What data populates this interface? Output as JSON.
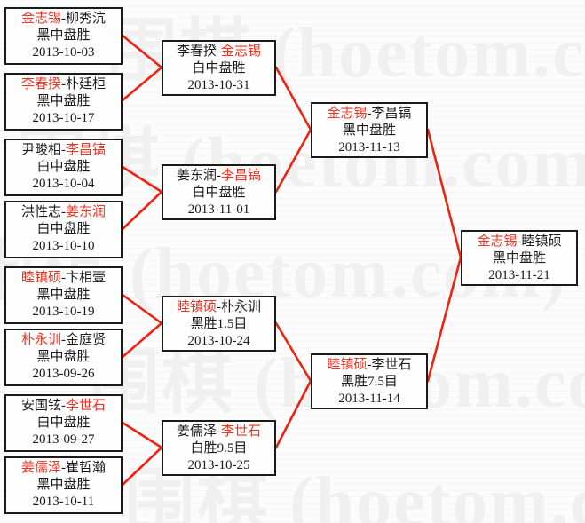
{
  "watermark": {
    "text": "围棋 (hoetom.com)",
    "color": "#f0f0f0"
  },
  "colors": {
    "winner": "#ee3322",
    "loser": "#1a1a1a",
    "connector": "#ee2211",
    "box_border": "#1a1a1a",
    "background": "#fcfcfc"
  },
  "bracket": {
    "rounds": [
      {
        "name": "round-1",
        "matches": [
          {
            "left": "金志锡",
            "right": "柳秀沆",
            "winner": "left",
            "result": "黑中盘胜",
            "date": "2013-10-03"
          },
          {
            "left": "李春揆",
            "right": "朴廷桓",
            "winner": "left",
            "result": "黑中盘胜",
            "date": "2013-10-17"
          },
          {
            "left": "尹畯相",
            "right": "李昌镐",
            "winner": "right",
            "result": "白中盘胜",
            "date": "2013-10-04"
          },
          {
            "left": "洪性志",
            "right": "姜东润",
            "winner": "right",
            "result": "白中盘胜",
            "date": "2013-10-10"
          },
          {
            "left": "睦镇硕",
            "right": "卞相壹",
            "winner": "left",
            "result": "黑中盘胜",
            "date": "2013-10-19"
          },
          {
            "left": "朴永训",
            "right": "金庭贤",
            "winner": "left",
            "result": "黑中盘胜",
            "date": "2013-09-26"
          },
          {
            "left": "安国铉",
            "right": "李世石",
            "winner": "right",
            "result": "白中盘胜",
            "date": "2013-09-27"
          },
          {
            "left": "姜儒泽",
            "right": "崔哲瀚",
            "winner": "left",
            "result": "黑中盘胜",
            "date": "2013-10-11"
          }
        ]
      },
      {
        "name": "round-2",
        "matches": [
          {
            "left": "李春揆",
            "right": "金志锡",
            "winner": "right",
            "result": "白中盘胜",
            "date": "2013-10-31"
          },
          {
            "left": "姜东润",
            "right": "李昌镐",
            "winner": "right",
            "result": "白中盘胜",
            "date": "2013-11-01"
          },
          {
            "left": "睦镇硕",
            "right": "朴永训",
            "winner": "left",
            "result": "黑胜1.5目",
            "date": "2013-10-24"
          },
          {
            "left": "姜儒泽",
            "right": "李世石",
            "winner": "right",
            "result": "白胜9.5目",
            "date": "2013-10-25"
          }
        ]
      },
      {
        "name": "semifinal",
        "matches": [
          {
            "left": "金志锡",
            "right": "李昌镐",
            "winner": "left",
            "result": "黑中盘胜",
            "date": "2013-11-13"
          },
          {
            "left": "睦镇硕",
            "right": "李世石",
            "winner": "left",
            "result": "黑胜7.5目",
            "date": "2013-11-14"
          }
        ]
      },
      {
        "name": "final",
        "matches": [
          {
            "left": "金志锡",
            "right": "睦镇硕",
            "winner": "left",
            "result": "黑中盘胜",
            "date": "2013-11-21"
          }
        ]
      }
    ]
  },
  "layout": {
    "round1_tops": [
      8,
      82,
      156,
      226,
      300,
      370,
      444,
      514
    ],
    "round2_tops": [
      45,
      185,
      333,
      473
    ],
    "round3_tops": [
      115,
      398
    ],
    "round4_tops": [
      259
    ]
  }
}
